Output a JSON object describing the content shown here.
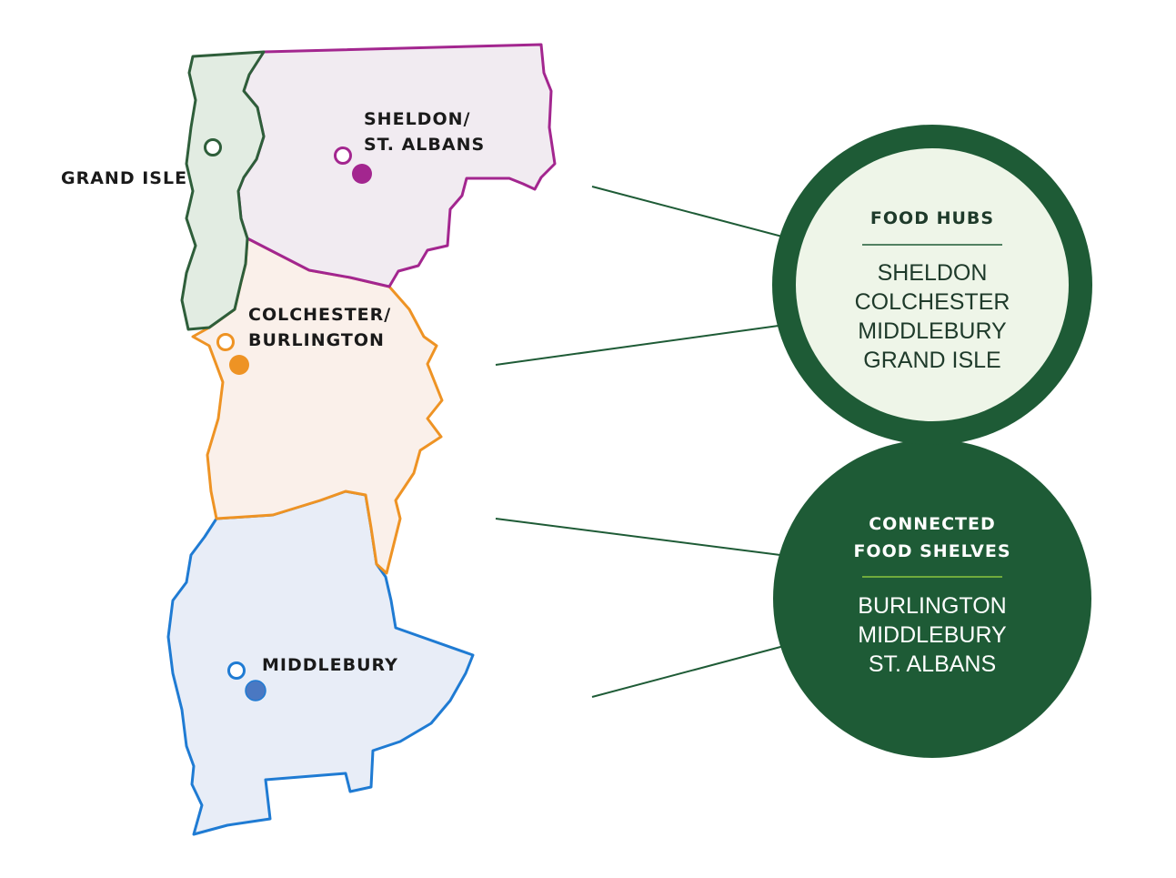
{
  "regions": {
    "grand_isle": {
      "label": "GRAND ISLE",
      "stroke": "#2e5e3a",
      "fill": "#e2ece2"
    },
    "sheldon": {
      "label_line1": "SHELDON/",
      "label_line2": "ST. ALBANS",
      "stroke": "#a3268f",
      "fill": "#f1ebf1"
    },
    "colchester": {
      "label_line1": "COLCHESTER/",
      "label_line2": "BURLINGTON",
      "stroke": "#ee9324",
      "fill": "#faf0ea"
    },
    "middlebury": {
      "label": "MIDDLEBURY",
      "stroke": "#1f7bd3",
      "fill": "#e8edf7"
    }
  },
  "food_hubs": {
    "title": "FOOD HUBS",
    "items": [
      "SHELDON",
      "COLCHESTER",
      "MIDDLEBURY",
      "GRAND ISLE"
    ],
    "ring_color": "#1e5b36",
    "fill_color": "#eef5e8",
    "text_color": "#1e3a2a"
  },
  "food_shelves": {
    "title_line1": "CONNECTED",
    "title_line2": "FOOD SHELVES",
    "items": [
      "BURLINGTON",
      "MIDDLEBURY",
      "ST. ALBANS"
    ],
    "fill_color": "#1e5b36",
    "divider_color": "#8cc63f",
    "text_color": "#ffffff"
  }
}
